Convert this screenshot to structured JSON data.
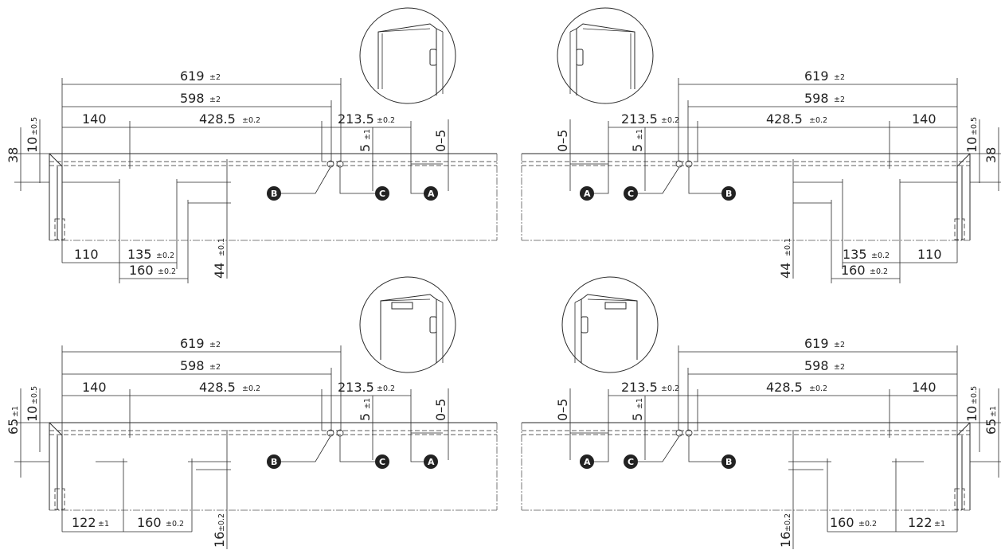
{
  "labels": {
    "d619": "619",
    "d598": "598",
    "d4285": "428.5",
    "d2135": "213.5",
    "d140": "140",
    "d05": "0–5",
    "d5": "5",
    "d10": "10",
    "d38": "38",
    "d65": "65",
    "d110": "110",
    "d135": "135",
    "d160": "160",
    "d44": "44",
    "d122": "122",
    "d16": "16",
    "tol2": "±2",
    "tol02": "±0.2",
    "tol05": "±0.5",
    "tol01": "±0.1",
    "tol1": "±1"
  },
  "markers": {
    "a": "A",
    "b": "B",
    "c": "C"
  },
  "panels": [
    {
      "id": "top-left",
      "door_hinge": "left",
      "accessory": "handle"
    },
    {
      "id": "top-right",
      "door_hinge": "right",
      "accessory": "handle"
    },
    {
      "id": "bottom-left",
      "door_hinge": "left",
      "accessory": "handle-with-panel"
    },
    {
      "id": "bottom-right",
      "door_hinge": "right",
      "accessory": "handle-with-panel"
    }
  ]
}
